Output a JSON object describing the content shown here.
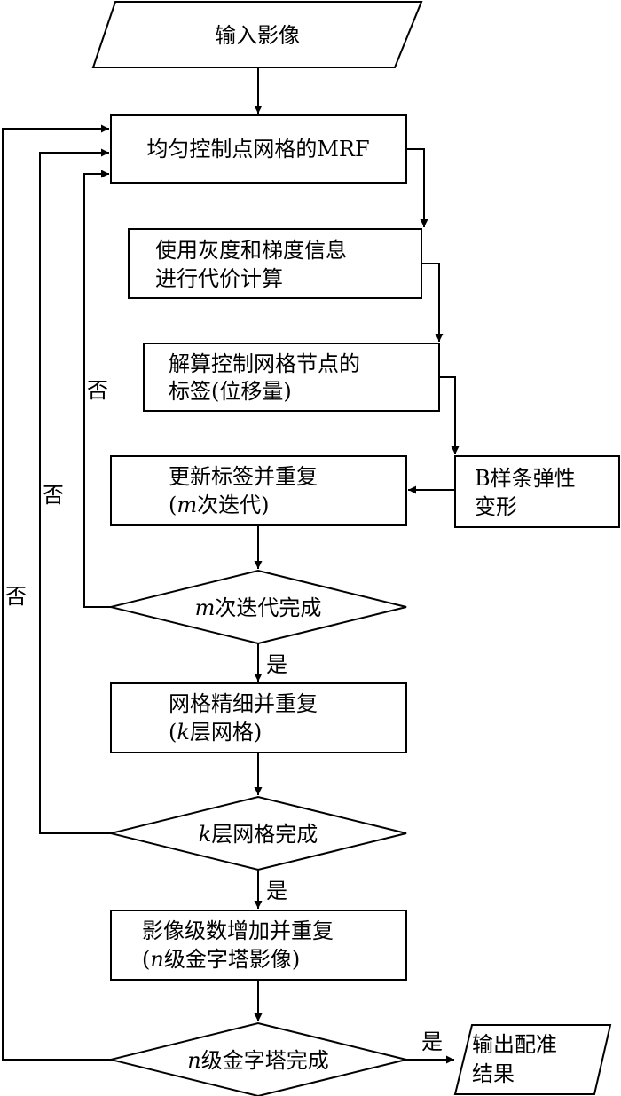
{
  "nodes": {
    "input": {
      "text": "输入影像"
    },
    "mrf": {
      "text": "均匀控制点网格的MRF"
    },
    "cost": {
      "line1": "使用灰度和梯度信息",
      "line2": "进行代价计算"
    },
    "solve": {
      "line1": "解算控制网格节点的",
      "line2": "标签(位移量)"
    },
    "bspline": {
      "line1": "B样条弹性",
      "line2": "变形"
    },
    "update": {
      "line1": "更新标签并重复",
      "line2_open": "(",
      "line2_var": "m",
      "line2_rest": "次迭代)"
    },
    "m_done": {
      "var": "m",
      "rest": "次迭代完成"
    },
    "refine": {
      "line1": "网格精细并重复",
      "line2_open": "(",
      "line2_var": "k",
      "line2_rest": "层网格)"
    },
    "k_done": {
      "var": "k",
      "rest": "层网格完成"
    },
    "level": {
      "line1": "影像级数增加并重复",
      "line2_open": "(",
      "line2_var": "n",
      "line2_rest": "级金字塔影像)"
    },
    "n_done": {
      "var": "n",
      "rest": "级金字塔完成"
    },
    "output": {
      "line1": "输出配准",
      "line2": "结果"
    }
  },
  "edge_labels": {
    "yes": "是",
    "no": "否"
  }
}
